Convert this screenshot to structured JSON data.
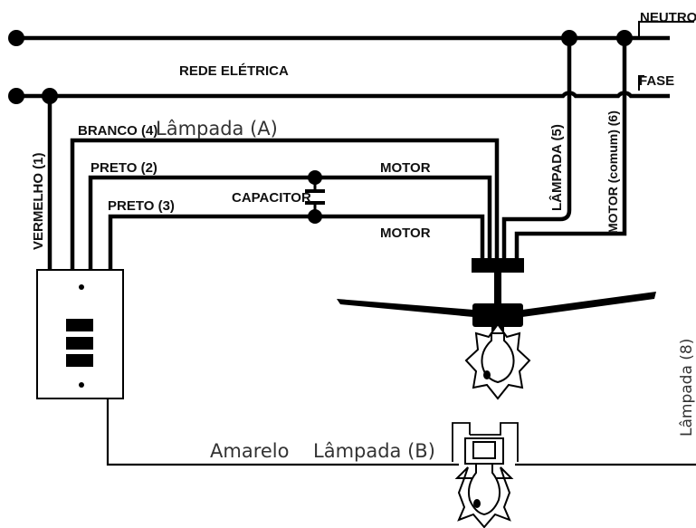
{
  "labels": {
    "neutro": "NEUTRO",
    "fase": "FASE",
    "rede": "REDE ELÉTRICA",
    "vermelho": "VERMELHO (1)",
    "preto2": "PRETO (2)",
    "preto3": "PRETO (3)",
    "branco": "BRANCO (4)",
    "lampada_a": "Lâmpada (A)",
    "capacitor": "CAPACITOR",
    "motor_top": "MOTOR",
    "motor_bottom": "MOTOR",
    "lampada5": "LÂMPADA (5)",
    "motor6": "MOTOR (comum) (6)",
    "lampada8": "Lâmpada (8)",
    "amarelo": "Amarelo",
    "lampada_b": "Lâmpada (B)"
  }
}
